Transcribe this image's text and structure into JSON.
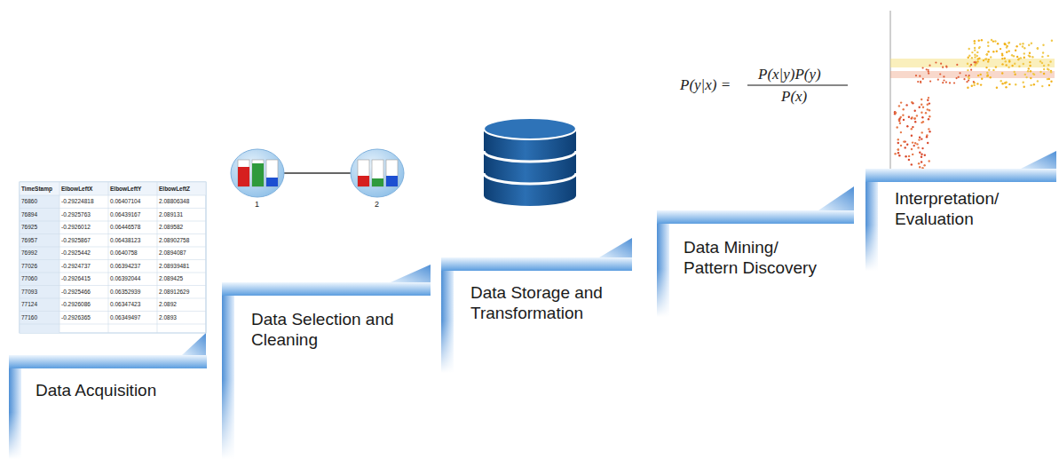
{
  "diagram": {
    "nodes": [
      {
        "text": [
          "Data Acquisition"
        ]
      },
      {
        "text": [
          "Data Selection and Cleaning"
        ]
      },
      {
        "text": [
          "Data Storage and Transformation"
        ]
      },
      {
        "text": [
          "Data Mining/ Pattern Discovery"
        ]
      },
      {
        "text": [
          "Interpretation/ Evaluation"
        ]
      }
    ],
    "labels": [
      "TimeStamp",
      "ElbowLeftX",
      "ElbowLeftY",
      "ElbowLeftZ",
      "76860",
      "-0.29224818",
      "0.06407104",
      "2.08806348",
      "76894",
      "-0.2925763",
      "0.06439167",
      "2.089131",
      "76925",
      "-0.2926012",
      "0.06446578",
      "2.089582",
      "76957",
      "-0.2925867",
      "0.06438123",
      "2.08902758",
      "76992",
      "-0.2925442",
      "0.0640758",
      "2.0894087",
      "77026",
      "-0.2924737",
      "0.06394237",
      "2.08939481",
      "77060",
      "-0.2926415",
      "0.06392044",
      "2.089425",
      "77093",
      "-0.2925466",
      "0.06352939",
      "2.08912629",
      "77124",
      "-0.2926086",
      "0.06347423",
      "2.0892",
      "77160",
      "-0.2926365",
      "0.06349497",
      "2.0893",
      "1",
      "2",
      "P(y|x) =",
      "P(x|y)P(y)",
      "P(x)"
    ]
  }
}
